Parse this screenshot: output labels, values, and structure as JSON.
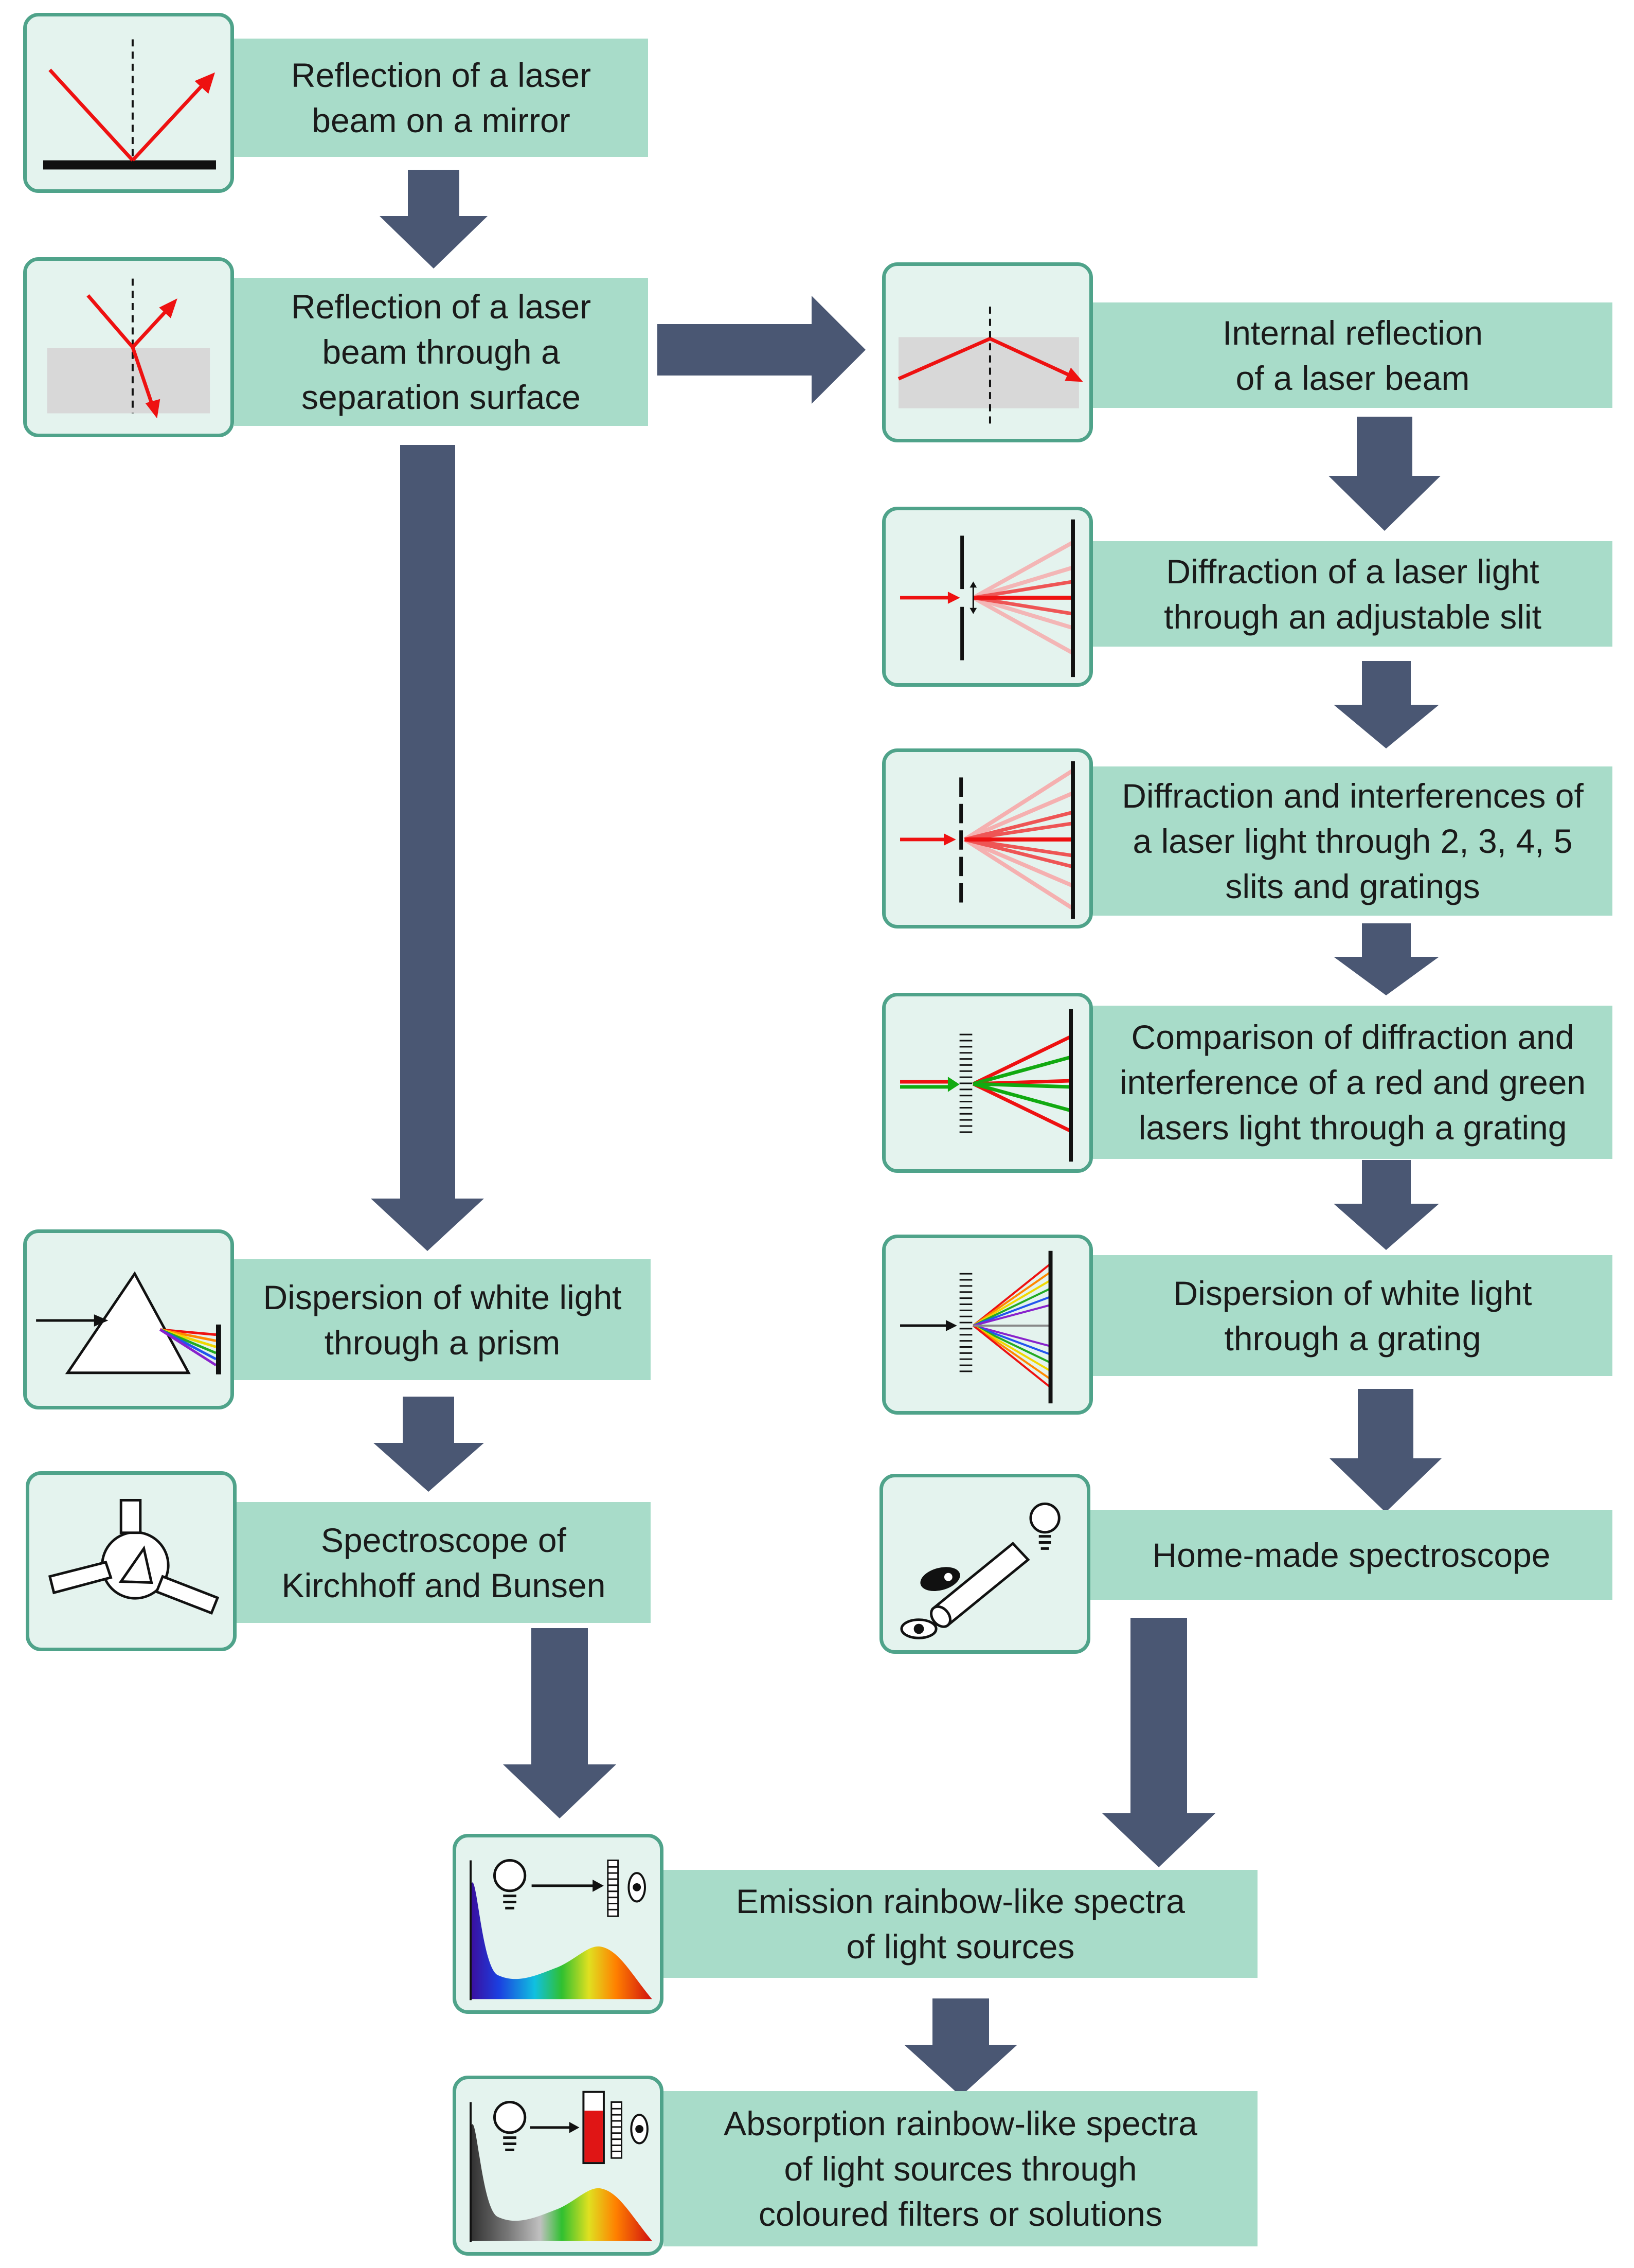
{
  "colors": {
    "icon_border": "#4fa38a",
    "icon_fill": "#e4f3ee",
    "label_fill": "#a8dcc9",
    "arrow": "#4a5773",
    "laser_red": "#ee1111",
    "laser_green": "#11aa11"
  },
  "steps": {
    "reflection_mirror": {
      "label": "Reflection of a laser\nbeam on a mirror",
      "icon": "mirror-reflection-icon"
    },
    "reflection_surface": {
      "label": "Reflection of a laser\nbeam through a\nseparation surface",
      "icon": "refraction-icon"
    },
    "internal_reflection": {
      "label": "Internal reflection\nof a laser beam",
      "icon": "internal-reflection-icon"
    },
    "diffraction_slit": {
      "label": "Diffraction of a laser light\nthrough an adjustable slit",
      "icon": "single-slit-icon"
    },
    "diffraction_slits": {
      "label": "Diffraction and interferences of\na laser light through 2, 3, 4, 5\nslits and gratings",
      "icon": "multi-slit-icon"
    },
    "comparison_red_green": {
      "label": "Comparison of diffraction and\ninterference of a red and green\nlasers light through a grating",
      "icon": "red-green-grating-icon"
    },
    "dispersion_prism": {
      "label": "Dispersion of white light\nthrough a prism",
      "icon": "prism-icon"
    },
    "dispersion_grating": {
      "label": "Dispersion of white light\nthrough a grating",
      "icon": "grating-dispersion-icon"
    },
    "spectroscope_kirchhoff": {
      "label": "Spectroscope of\nKirchhoff and Bunsen",
      "icon": "spectroscope-icon"
    },
    "homemade_spectroscope": {
      "label": "Home-made spectroscope",
      "icon": "tube-spectroscope-icon"
    },
    "emission_spectra": {
      "label": "Emission rainbow-like spectra\nof light sources",
      "icon": "emission-spectrum-icon"
    },
    "absorption_spectra": {
      "label": "Absorption rainbow-like spectra\nof light sources through\ncoloured filters or solutions",
      "icon": "absorption-spectrum-icon"
    }
  }
}
